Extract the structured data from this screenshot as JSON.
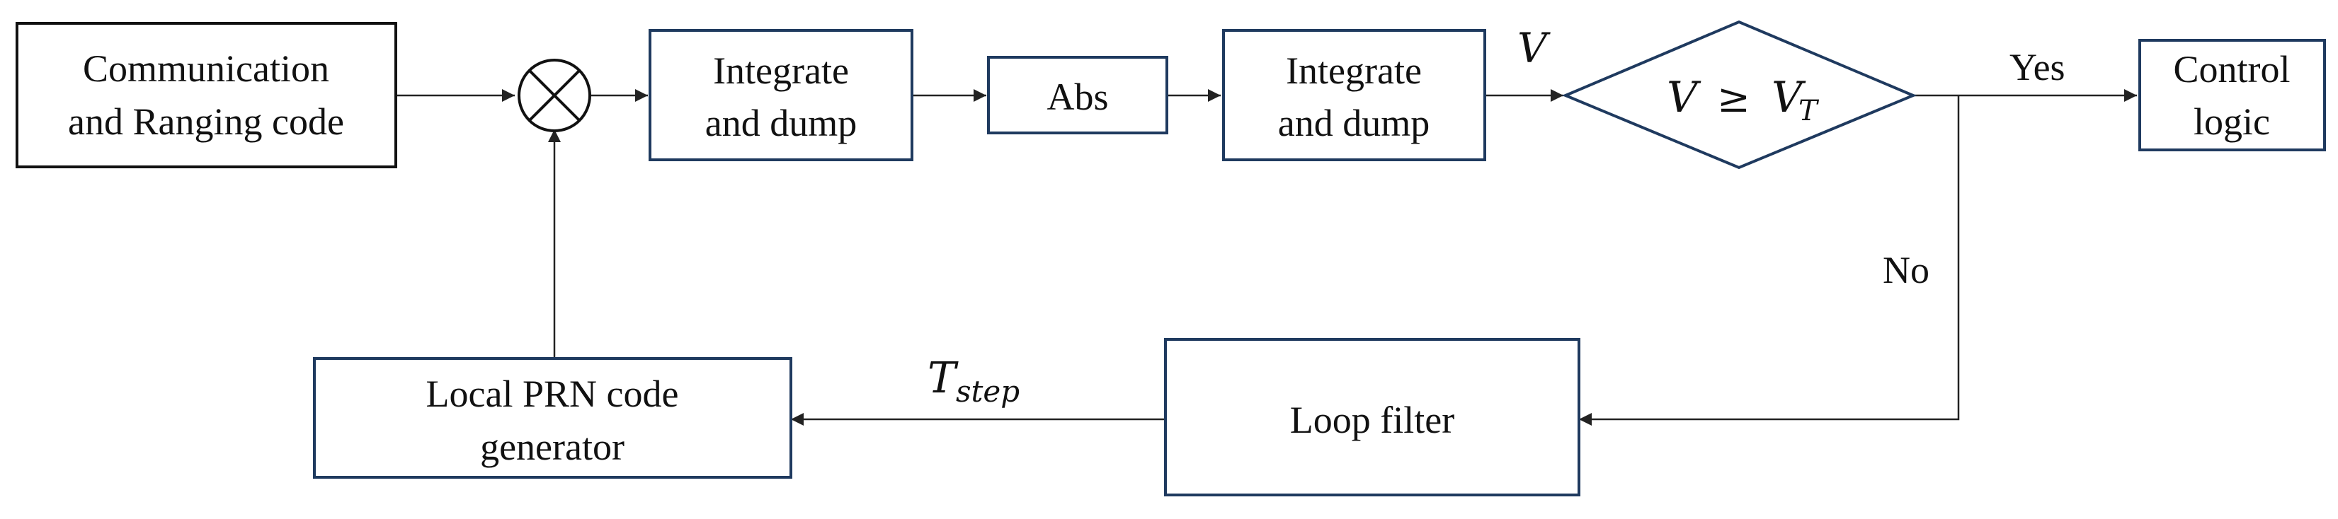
{
  "blocks": {
    "comm_code": {
      "line1": "Communication",
      "line2": "and Ranging code"
    },
    "integrate1": {
      "line1": "Integrate",
      "line2": "and dump"
    },
    "abs": {
      "label": "Abs"
    },
    "integrate2": {
      "line1": "Integrate",
      "line2": "and dump"
    },
    "decision": {
      "lhs": "V",
      "op": "≥",
      "rhs": "V",
      "rhs_sub": "T"
    },
    "control": {
      "line1": "Control",
      "line2": "logic"
    },
    "loop_filter": {
      "label": "Loop filter"
    },
    "prn_gen": {
      "line1": "Local PRN code",
      "line2": "generator"
    }
  },
  "edges": {
    "v_label": "V",
    "yes": "Yes",
    "no": "No",
    "tstep_main": "T",
    "tstep_sub": "step"
  },
  "colors": {
    "box_stroke": "#1f3a5f",
    "wire": "#222222"
  }
}
